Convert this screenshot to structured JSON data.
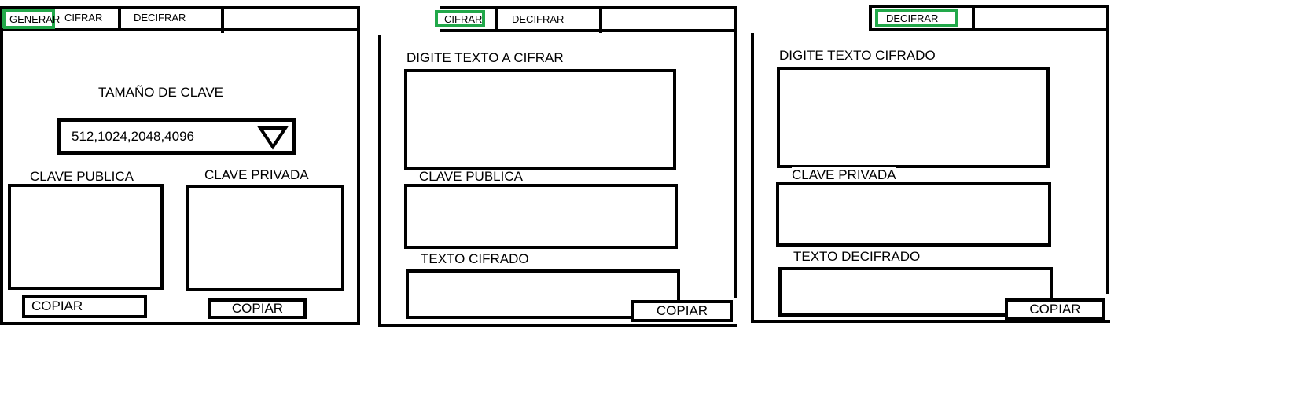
{
  "colors": {
    "active_tab_border": "#22a84a",
    "stroke": "#000000",
    "background": "#ffffff"
  },
  "panel_generar": {
    "tabs": [
      "GENERAR",
      "CIFRAR",
      "DECIFRAR"
    ],
    "key_size_label": "TAMAÑO DE CLAVE",
    "key_size_select": {
      "value": "512,1024,2048,4096",
      "icon": "triangle-down-icon"
    },
    "public_key_label": "CLAVE PUBLICA",
    "private_key_label": "CLAVE PRIVADA",
    "copy_public_label": "COPIAR",
    "copy_private_label": "COPIAR"
  },
  "panel_cifrar": {
    "tabs": [
      "CIFRAR",
      "DECIFRAR"
    ],
    "input_label": "DIGITE TEXTO A CIFRAR",
    "public_key_label": "CLAVE PUBLICA",
    "output_label": "TEXTO CIFRADO",
    "copy_label": "COPIAR"
  },
  "panel_decifrar": {
    "tabs": [
      "DECIFRAR"
    ],
    "input_label": "DIGITE TEXTO CIFRADO",
    "private_key_label": "CLAVE PRIVADA",
    "output_label": "TEXTO DECIFRADO",
    "copy_label": "COPIAR"
  }
}
